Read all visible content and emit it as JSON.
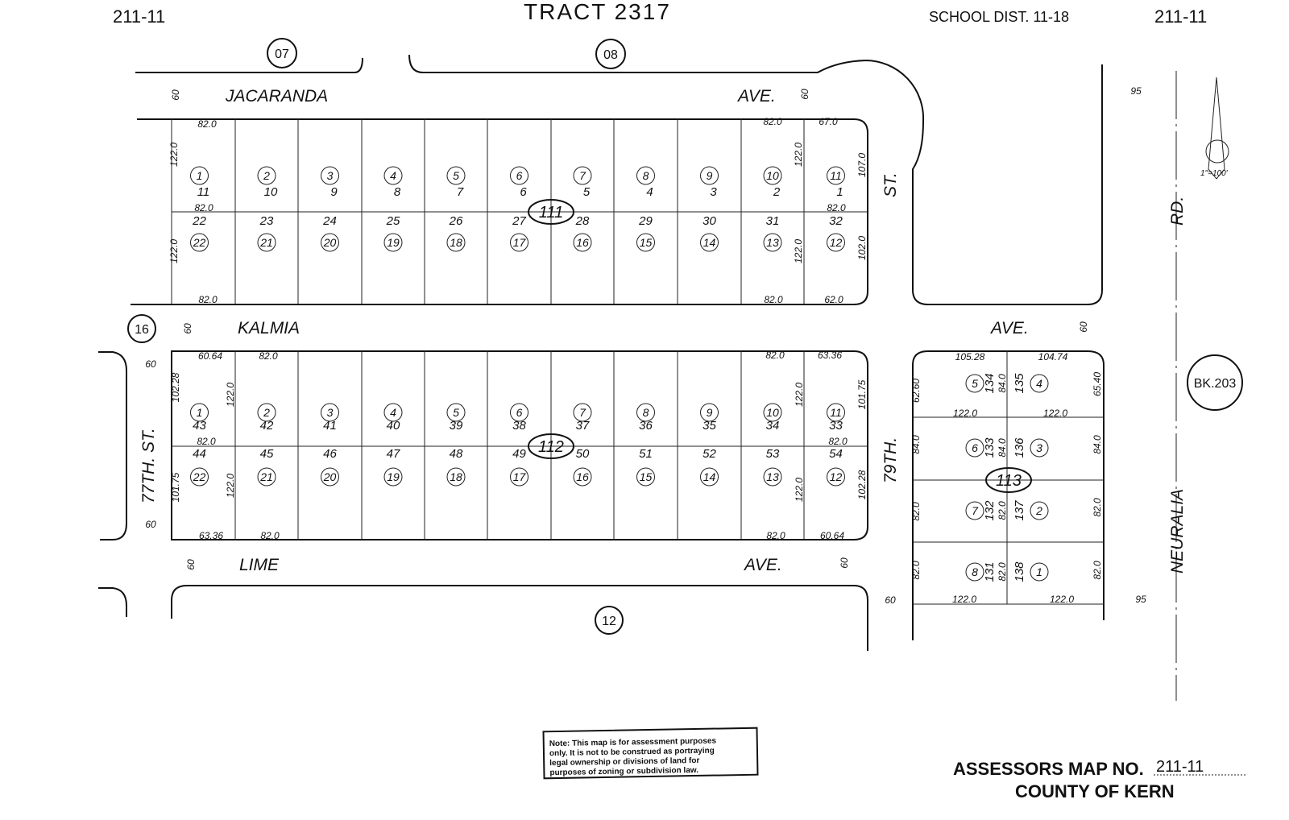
{
  "header": {
    "map_no_left": "211-11",
    "tract": "TRACT 2317",
    "school_dist": "SCHOOL DIST. 11-18",
    "map_no_right": "211-11"
  },
  "map_refs": {
    "top_left": "07",
    "top_right": "08",
    "left": "16",
    "bottom": "12",
    "book": "BK.203"
  },
  "scale": "1\"=100'",
  "streets": {
    "jacaranda": "JACARANDA",
    "jacaranda_ave": "AVE.",
    "kalmia": "KALMIA",
    "kalmia_ave": "AVE.",
    "lime": "LIME",
    "lime_ave": "AVE.",
    "st_upper": "ST.",
    "st_77": "77TH.  ST.",
    "st_79": "79TH.",
    "rd": "RD.",
    "neuralia": "NEURALIA"
  },
  "street_widths": [
    "60",
    "60",
    "60",
    "60",
    "60",
    "60",
    "60",
    "60",
    "60",
    "95",
    "95"
  ],
  "blocks": [
    {
      "id": "111",
      "upper": [
        {
          "parcel": "1",
          "lot": "11"
        },
        {
          "parcel": "2",
          "lot": "10"
        },
        {
          "parcel": "3",
          "lot": "9"
        },
        {
          "parcel": "4",
          "lot": "8"
        },
        {
          "parcel": "5",
          "lot": "7"
        },
        {
          "parcel": "6",
          "lot": "6"
        },
        {
          "parcel": "7",
          "lot": "5"
        },
        {
          "parcel": "8",
          "lot": "4"
        },
        {
          "parcel": "9",
          "lot": "3"
        },
        {
          "parcel": "10",
          "lot": "2"
        },
        {
          "parcel": "11",
          "lot": "1"
        }
      ],
      "lower": [
        {
          "parcel": "22",
          "lot": "22"
        },
        {
          "parcel": "21",
          "lot": "23"
        },
        {
          "parcel": "20",
          "lot": "24"
        },
        {
          "parcel": "19",
          "lot": "25"
        },
        {
          "parcel": "18",
          "lot": "26"
        },
        {
          "parcel": "17",
          "lot": "27"
        },
        {
          "parcel": "16",
          "lot": "28"
        },
        {
          "parcel": "15",
          "lot": "29"
        },
        {
          "parcel": "14",
          "lot": "30"
        },
        {
          "parcel": "13",
          "lot": "31"
        },
        {
          "parcel": "12",
          "lot": "32"
        }
      ],
      "dims": [
        "82.0",
        "122.0",
        "82.0",
        "122.0",
        "82.0",
        "82.0",
        "67.0",
        "122.0",
        "107.0",
        "82.0",
        "122.0",
        "102.0",
        "82.0",
        "62.0"
      ]
    },
    {
      "id": "112",
      "upper": [
        {
          "parcel": "1",
          "lot": "43"
        },
        {
          "parcel": "2",
          "lot": "42"
        },
        {
          "parcel": "3",
          "lot": "41"
        },
        {
          "parcel": "4",
          "lot": "40"
        },
        {
          "parcel": "5",
          "lot": "39"
        },
        {
          "parcel": "6",
          "lot": "38"
        },
        {
          "parcel": "7",
          "lot": "37"
        },
        {
          "parcel": "8",
          "lot": "36"
        },
        {
          "parcel": "9",
          "lot": "35"
        },
        {
          "parcel": "10",
          "lot": "34"
        },
        {
          "parcel": "11",
          "lot": "33"
        }
      ],
      "lower": [
        {
          "parcel": "22",
          "lot": "44"
        },
        {
          "parcel": "21",
          "lot": "45"
        },
        {
          "parcel": "20",
          "lot": "46"
        },
        {
          "parcel": "19",
          "lot": "47"
        },
        {
          "parcel": "18",
          "lot": "48"
        },
        {
          "parcel": "17",
          "lot": "49"
        },
        {
          "parcel": "16",
          "lot": "50"
        },
        {
          "parcel": "15",
          "lot": "51"
        },
        {
          "parcel": "14",
          "lot": "52"
        },
        {
          "parcel": "13",
          "lot": "53"
        },
        {
          "parcel": "12",
          "lot": "54"
        }
      ],
      "dims": [
        "60.64",
        "82.0",
        "102.28",
        "122.0",
        "82.0",
        "101.75",
        "122.0",
        "63.36",
        "82.0",
        "82.0",
        "63.36",
        "122.0",
        "101.75",
        "82.0",
        "122.0",
        "102.28",
        "82.0",
        "60.64"
      ]
    },
    {
      "id": "113",
      "parcels": [
        {
          "parcel": "5",
          "lot": "134",
          "depth": "84.0"
        },
        {
          "parcel": "4",
          "lot": "135"
        },
        {
          "parcel": "6",
          "lot": "133",
          "depth": "84.0"
        },
        {
          "parcel": "3",
          "lot": "136"
        },
        {
          "parcel": "7",
          "lot": "132",
          "depth": "82.0"
        },
        {
          "parcel": "2",
          "lot": "137"
        },
        {
          "parcel": "8",
          "lot": "131",
          "depth": "82.0"
        },
        {
          "parcel": "1",
          "lot": "138"
        }
      ],
      "dims": [
        "105.28",
        "104.74",
        "62.60",
        "65.40",
        "122.0",
        "122.0",
        "84.0",
        "84.0",
        "82.0",
        "82.0",
        "82.0",
        "82.0",
        "122.0",
        "122.0"
      ]
    }
  ],
  "note": [
    "Note: This map is for assessment purposes",
    "only. It is not to be construed as portraying",
    "legal ownership or divisions of land for",
    "purposes of zoning or subdivision law."
  ],
  "footer": {
    "title": "ASSESSORS MAP NO.",
    "map_no": "211-11",
    "county": "COUNTY OF KERN"
  }
}
